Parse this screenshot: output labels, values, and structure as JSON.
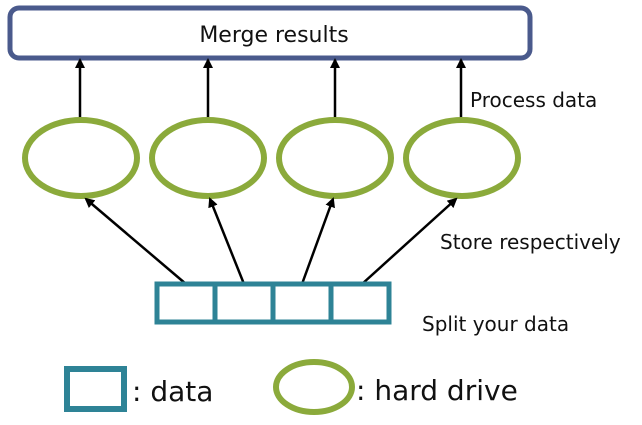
{
  "title_box": {
    "label": "Merge results"
  },
  "annotations": {
    "process": "Process data",
    "store": "Store respectively",
    "split": "Split your data"
  },
  "legend": {
    "data_label": ": data",
    "drive_label": ": hard drive"
  },
  "colors": {
    "merge_box_border": "#4A5A8C",
    "drive_ellipse": "#8BAA3B",
    "data_block": "#2E8396",
    "arrow": "#000000",
    "text": "#111111"
  },
  "data_blocks": {
    "count": 4
  },
  "drives": {
    "count": 4
  }
}
